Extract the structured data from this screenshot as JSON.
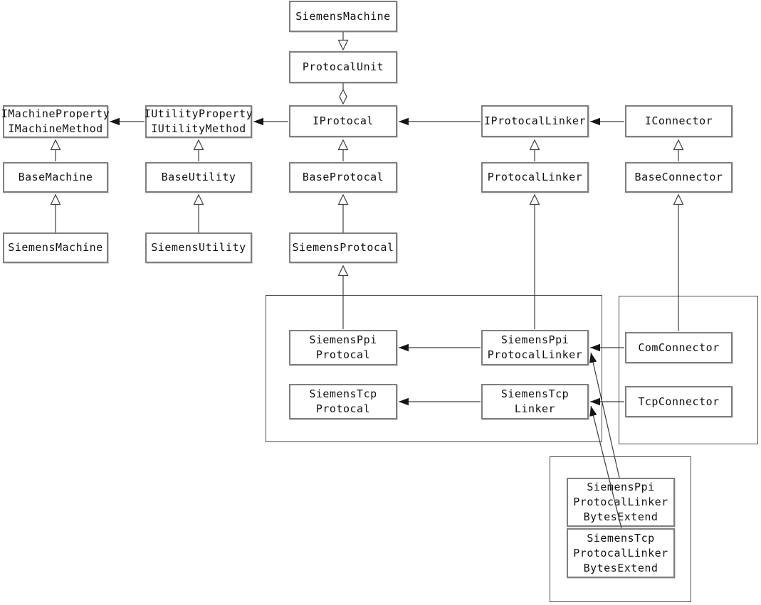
{
  "nodes": {
    "siemens_machine_top": "SiemensMachine",
    "protocal_unit": "ProtocalUnit",
    "i_machine_property": "IMachineProperty\nIMachineMethod",
    "i_utility_property": "IUtilityProperty\nIUtilityMethod",
    "i_protocal": "IProtocal",
    "i_protocal_linker": "IProtocalLinker",
    "i_connector": "IConnector",
    "base_machine": "BaseMachine",
    "base_utility": "BaseUtility",
    "base_protocal": "BaseProtocal",
    "protocal_linker": "ProtocalLinker",
    "base_connector": "BaseConnector",
    "siemens_machine": "SiemensMachine",
    "siemens_utility": "SiemensUtility",
    "siemens_protocal": "SiemensProtocal",
    "siemens_ppi_protocal": "SiemensPpi\nProtocal",
    "siemens_tcp_protocal": "SiemensTcp\nProtocal",
    "siemens_ppi_protocal_linker": "SiemensPpi\nProtocalLinker",
    "siemens_tcp_linker": "SiemensTcp\nLinker",
    "com_connector": "ComConnector",
    "tcp_connector": "TcpConnector",
    "siemens_ppi_protocal_linker_bytes_extend": "SiemensPpi\nProtocalLinker\nBytesExtend",
    "siemens_tcp_protocal_linker_bytes_extend": "SiemensTcp\nProtocalLinker\nBytesExtend"
  },
  "edges": [
    {
      "from": "siemens_machine_top",
      "to": "protocal_unit",
      "type": "generalization-down"
    },
    {
      "from": "protocal_unit",
      "to": "i_protocal",
      "type": "aggregation"
    },
    {
      "from": "i_utility_property",
      "to": "i_machine_property",
      "type": "directed-association"
    },
    {
      "from": "i_protocal",
      "to": "i_utility_property",
      "type": "directed-association"
    },
    {
      "from": "i_protocal_linker",
      "to": "i_protocal",
      "type": "directed-association"
    },
    {
      "from": "i_connector",
      "to": "i_protocal_linker",
      "type": "directed-association"
    },
    {
      "from": "base_machine",
      "to": "i_machine_property",
      "type": "generalization"
    },
    {
      "from": "siemens_machine",
      "to": "base_machine",
      "type": "generalization"
    },
    {
      "from": "base_utility",
      "to": "i_utility_property",
      "type": "generalization"
    },
    {
      "from": "siemens_utility",
      "to": "base_utility",
      "type": "generalization"
    },
    {
      "from": "base_protocal",
      "to": "i_protocal",
      "type": "generalization"
    },
    {
      "from": "siemens_protocal",
      "to": "base_protocal",
      "type": "generalization"
    },
    {
      "from": "siemens_ppi_protocal",
      "to": "siemens_protocal",
      "type": "generalization"
    },
    {
      "from": "protocal_linker",
      "to": "i_protocal_linker",
      "type": "generalization"
    },
    {
      "from": "siemens_ppi_protocal_linker",
      "to": "protocal_linker",
      "type": "generalization"
    },
    {
      "from": "base_connector",
      "to": "i_connector",
      "type": "generalization"
    },
    {
      "from": "com_connector",
      "to": "base_connector",
      "type": "generalization"
    },
    {
      "from": "siemens_ppi_protocal_linker",
      "to": "siemens_ppi_protocal",
      "type": "directed-association"
    },
    {
      "from": "siemens_tcp_linker",
      "to": "siemens_tcp_protocal",
      "type": "directed-association"
    },
    {
      "from": "com_connector",
      "to": "siemens_ppi_protocal_linker",
      "type": "directed-association"
    },
    {
      "from": "tcp_connector",
      "to": "siemens_tcp_linker",
      "type": "directed-association"
    },
    {
      "from": "siemens_ppi_protocal_linker_bytes_extend",
      "to": "siemens_ppi_protocal_linker",
      "type": "directed-association"
    },
    {
      "from": "siemens_tcp_protocal_linker_bytes_extend",
      "to": "siemens_tcp_linker",
      "type": "directed-association"
    }
  ],
  "colors": {
    "background": "#ffffff",
    "box_fill": "#ffffff",
    "box_border": "#7f7f7f",
    "group_border": "#4a4a4a",
    "line": "#3f3f3f"
  }
}
